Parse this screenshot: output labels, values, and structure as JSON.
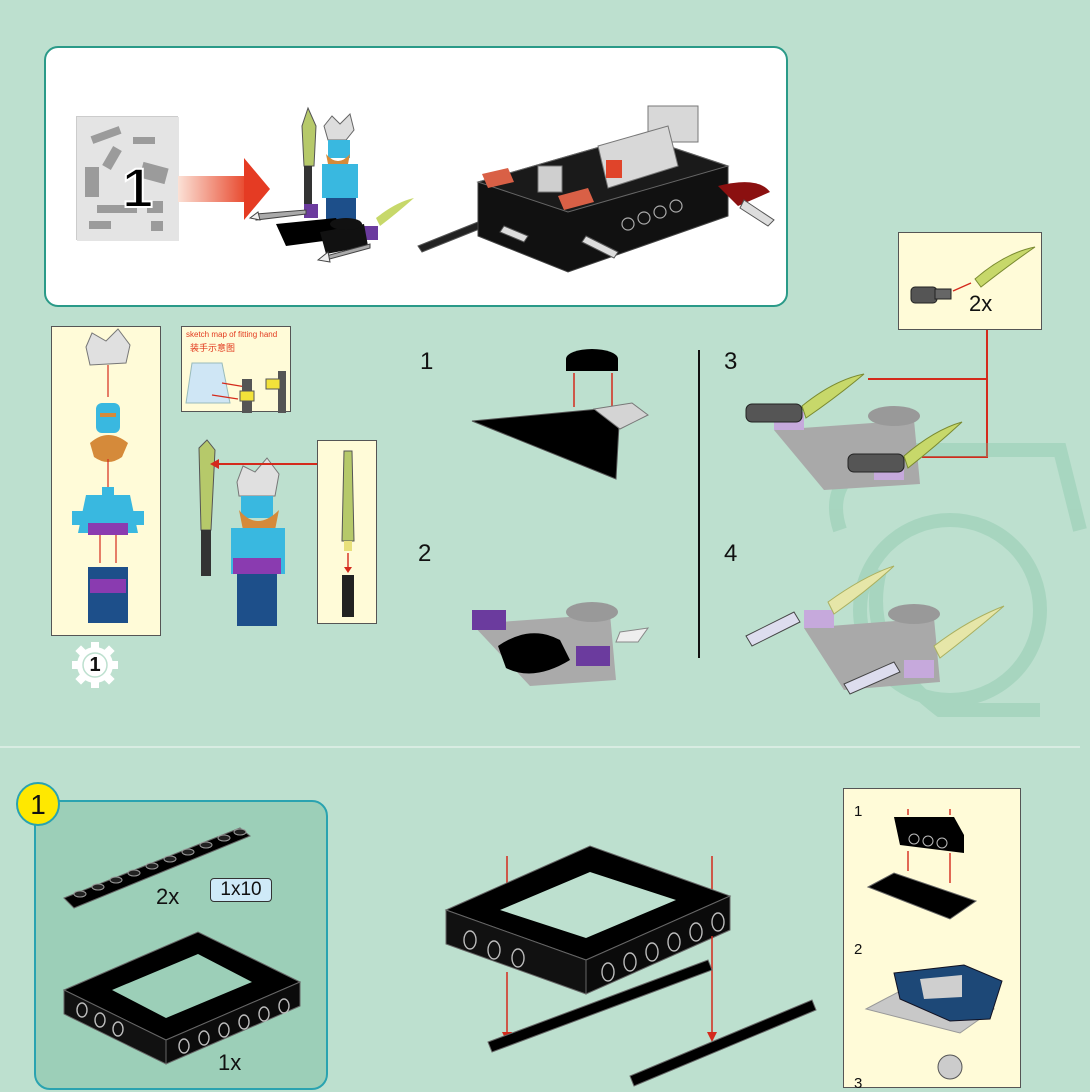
{
  "overview": {
    "bag_number": "1",
    "arrow": "arrow-right-icon"
  },
  "minifig": {
    "gear_badge_number": "1",
    "sketch": {
      "title": "sketch map of fitting hand",
      "title_cn": "装手示意图"
    }
  },
  "substeps_left": [
    {
      "number": "1"
    },
    {
      "number": "2"
    }
  ],
  "substeps_right": [
    {
      "number": "3"
    },
    {
      "number": "4"
    }
  ],
  "callout_2x": {
    "quantity": "2x"
  },
  "step1": {
    "badge": "1",
    "parts": [
      {
        "name": "plate 1x10",
        "quantity": "2x",
        "size": "1x10"
      },
      {
        "name": "technic frame",
        "quantity": "1x"
      }
    ]
  },
  "substep_box": {
    "items": [
      {
        "number": "1"
      },
      {
        "number": "2"
      },
      {
        "number": "3"
      }
    ]
  },
  "colors": {
    "background": "#bde0cf",
    "panel_border": "#2a9a88",
    "callout_yellow": "#fffbd8",
    "arrow_red": "#d42a1c",
    "step_badge": "#ffe800",
    "step_panel": "#9ccfb8"
  }
}
